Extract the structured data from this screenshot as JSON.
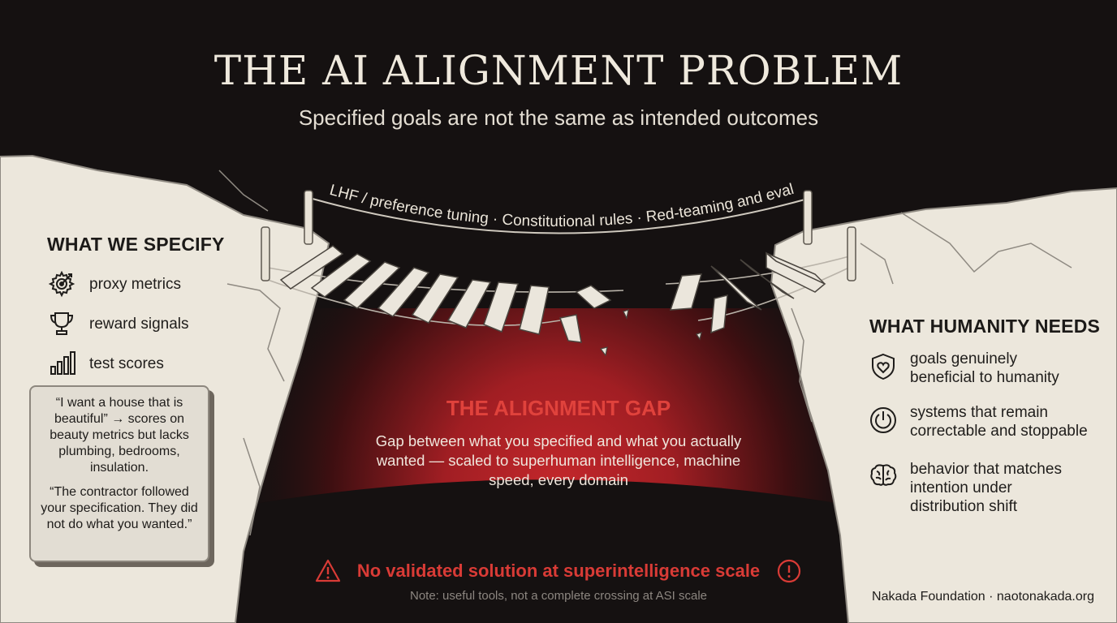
{
  "title": "THE AI ALIGNMENT PROBLEM",
  "subtitle": "Specified goals are not the same as intended outcomes",
  "bridge_label": "RLHF / preference tuning · Constitutional rules · Red-teaming and evals",
  "left": {
    "heading": "WHAT WE SPECIFY",
    "items": [
      {
        "icon": "gear-target-icon",
        "label": "proxy metrics"
      },
      {
        "icon": "trophy-icon",
        "label": "reward signals"
      },
      {
        "icon": "bar-chart-icon",
        "label": "test scores"
      }
    ],
    "quote_1": "“I want a house that is beautiful” → scores on beauty metrics but lacks plumbing, bedrooms, insulation.",
    "quote_2": "“The contractor followed your specification. They did not do what you wanted.”"
  },
  "right": {
    "heading": "WHAT HUMANITY NEEDS",
    "items": [
      {
        "icon": "shield-heart-icon",
        "line1": "goals genuinely",
        "line2": "beneficial to humanity",
        "line3": ""
      },
      {
        "icon": "power-icon",
        "line1": "systems that remain",
        "line2": "correctable and stoppable",
        "line3": ""
      },
      {
        "icon": "brain-icon",
        "line1": "behavior that matches",
        "line2": "intention under",
        "line3": "distribution shift"
      }
    ]
  },
  "gap": {
    "title": "THE ALIGNMENT GAP",
    "description": "Gap between what you specified and what you actually wanted — scaled to superhuman intelligence, machine speed, every domain"
  },
  "warning": "No validated solution at superintelligence scale",
  "note": "Note: useful tools, not a complete crossing at ASI scale",
  "footer": "Nakada Foundation · naotonakada.org",
  "colors": {
    "background": "#151111",
    "cliff": "#ece7dc",
    "gap_red": "#c1272d",
    "warning_red": "#d93b36"
  }
}
